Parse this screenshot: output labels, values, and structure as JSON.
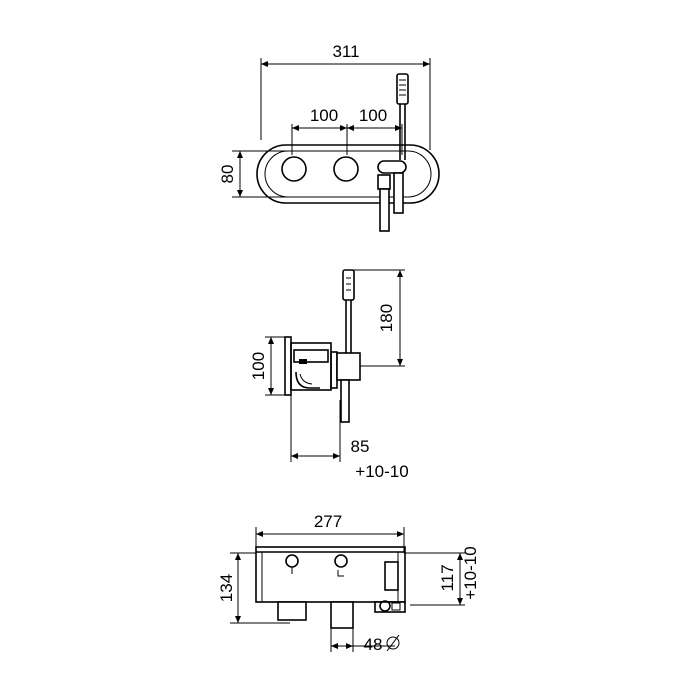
{
  "views": {
    "front": {
      "dim_total_width": "311",
      "dim_spacing_left": "100",
      "dim_spacing_right": "100",
      "dim_height": "80"
    },
    "side": {
      "dim_hose_height": "180",
      "dim_plate_height": "100",
      "dim_depth": "85",
      "dim_tolerance": "+10-10"
    },
    "box": {
      "dim_width": "277",
      "dim_height": "134",
      "dim_depth": "117",
      "dim_tolerance": "+10-10",
      "dim_outlet_diameter": "48"
    }
  },
  "symbols": {
    "diameter": "diameter-symbol"
  }
}
